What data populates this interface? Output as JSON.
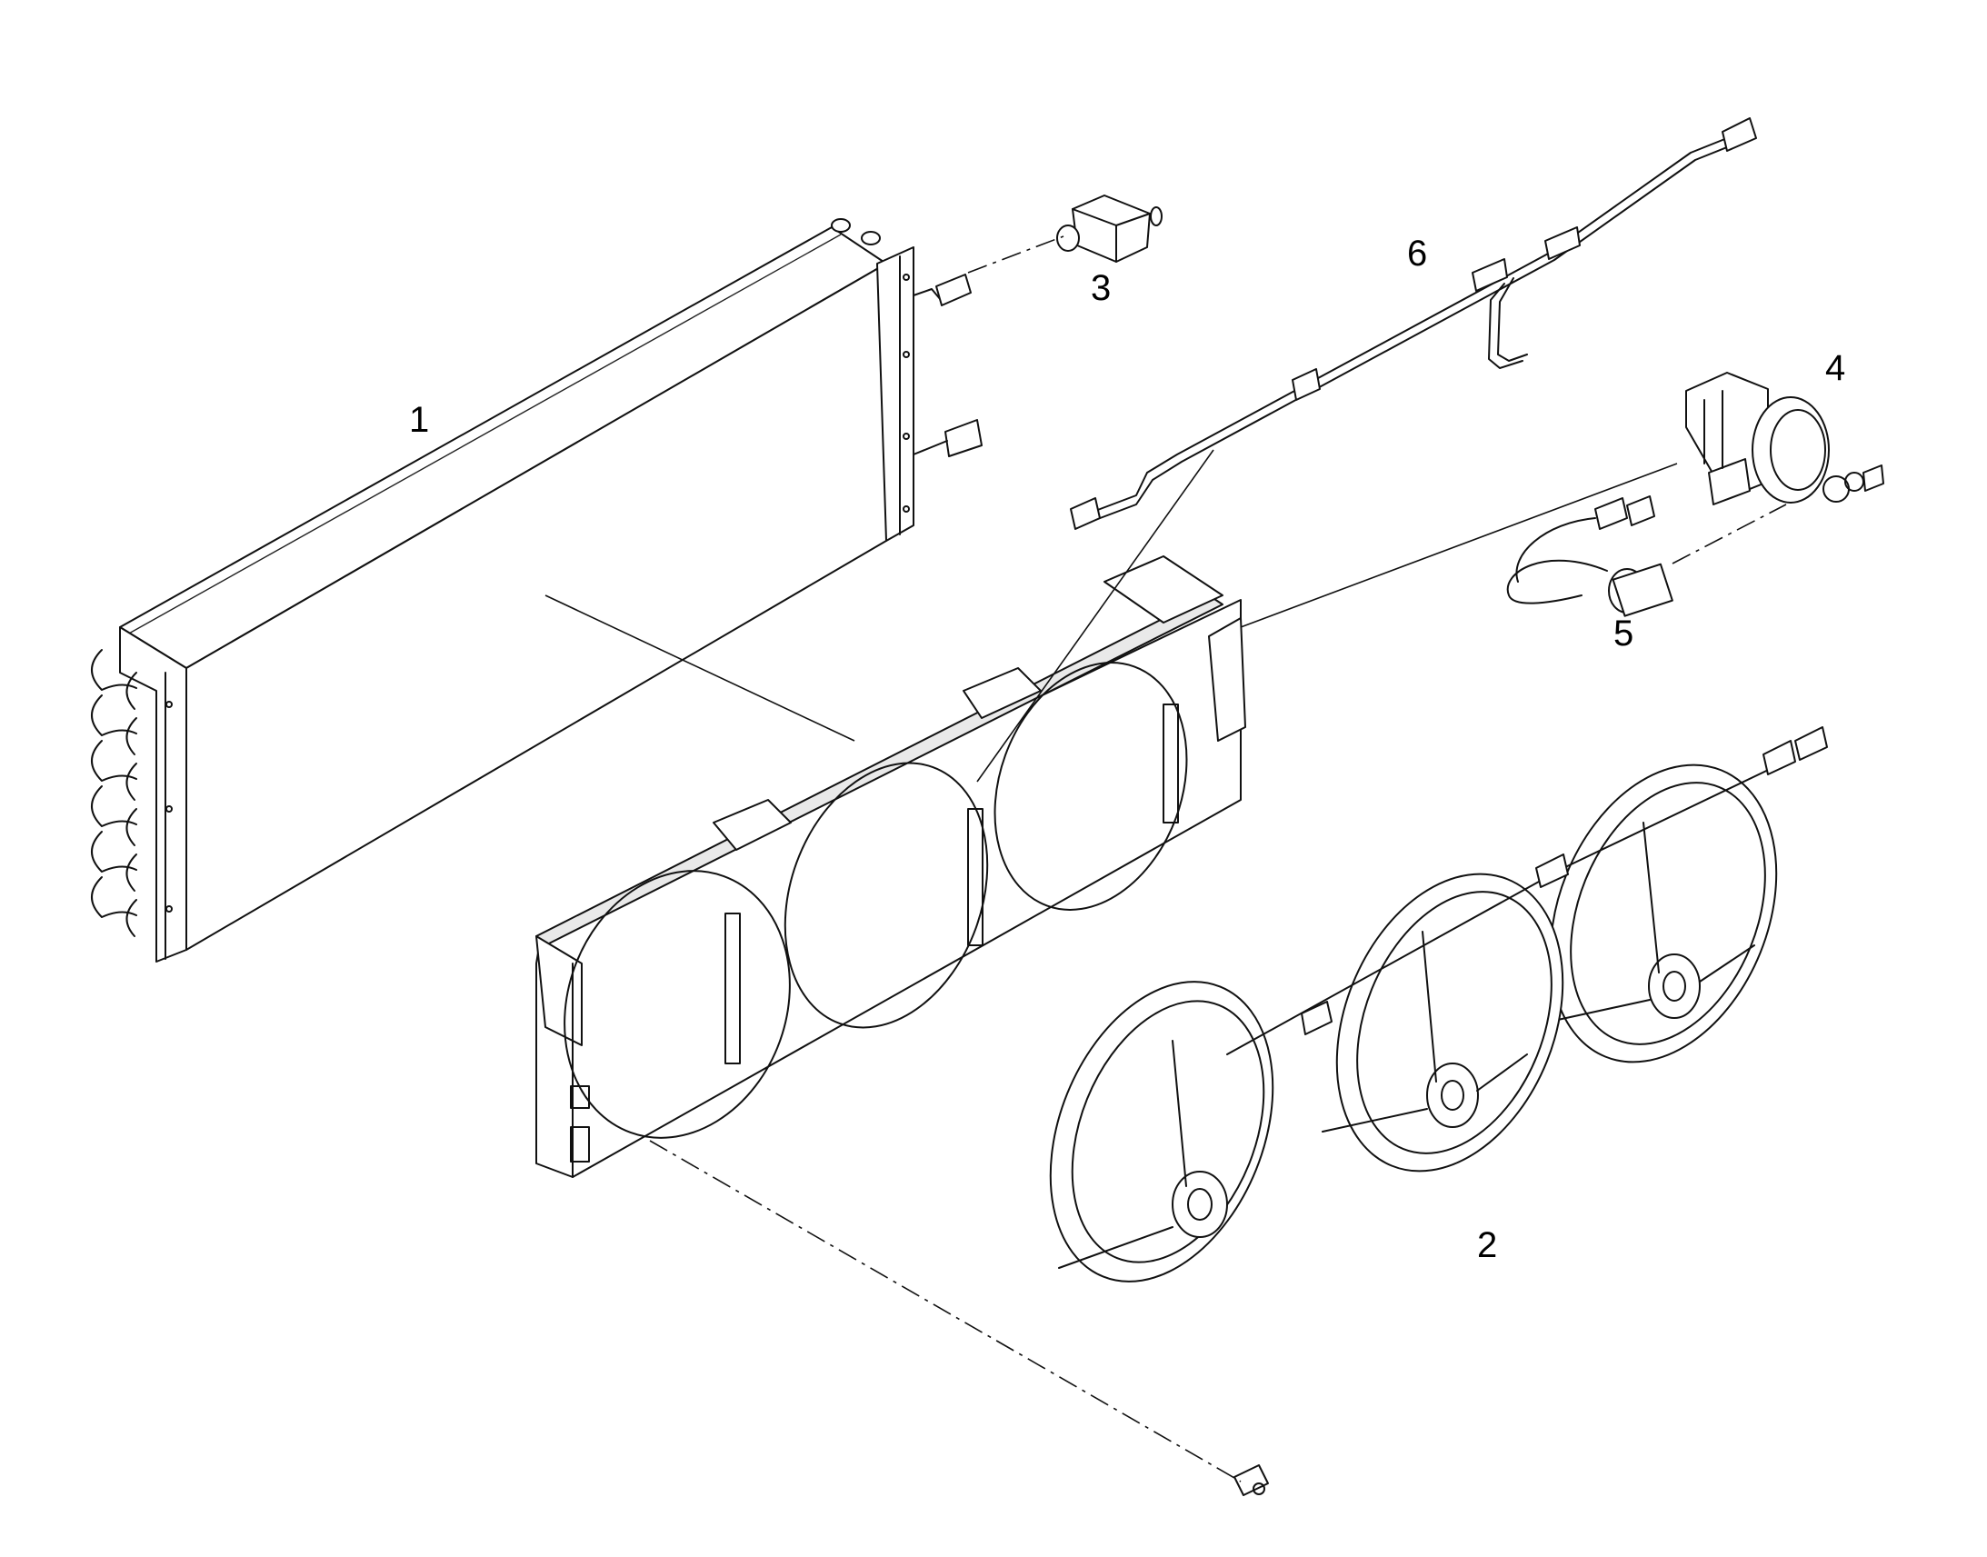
{
  "diagram": {
    "callouts": [
      {
        "id": "1",
        "label": "1"
      },
      {
        "id": "2",
        "label": "2"
      },
      {
        "id": "3",
        "label": "3"
      },
      {
        "id": "4",
        "label": "4"
      },
      {
        "id": "5",
        "label": "5"
      },
      {
        "id": "6",
        "label": "6"
      }
    ],
    "colors": {
      "line": "#111111",
      "fill": "#ffffff",
      "shade": "#e9e9e9"
    }
  }
}
